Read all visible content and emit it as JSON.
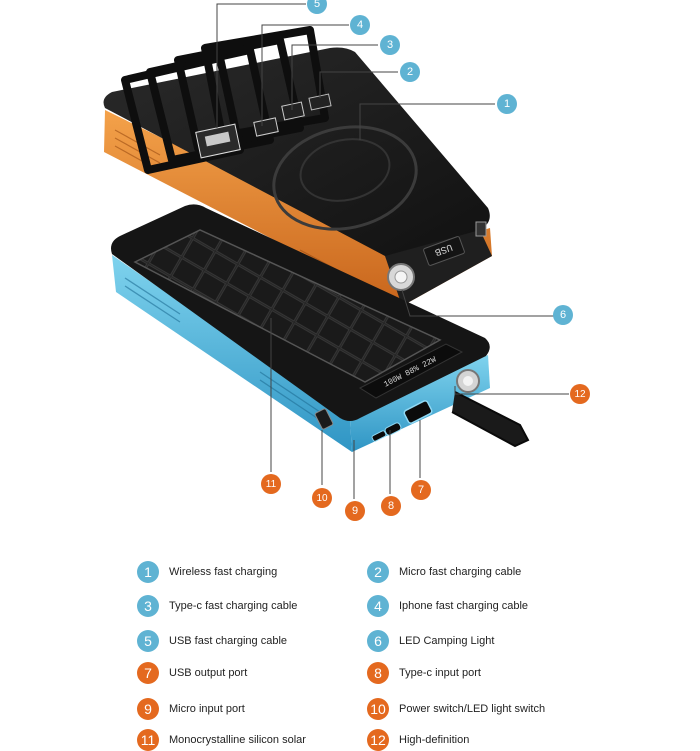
{
  "colors": {
    "blue_badge": "#5fb3d3",
    "orange_badge": "#e4691f",
    "orange_shell": "#e88a2e",
    "blue_shell": "#4fb8dc",
    "device_black": "#1c1c1c"
  },
  "device_labels": {
    "display_top": "USB",
    "display_bottom": "100W 88% 22W"
  },
  "legend": [
    {
      "num": "1",
      "label": "Wireless fast charging",
      "badge": "blue"
    },
    {
      "num": "2",
      "label": "Micro fast charging cable",
      "badge": "blue"
    },
    {
      "num": "3",
      "label": "Type-c fast charging cable",
      "badge": "blue"
    },
    {
      "num": "4",
      "label": "Iphone fast charging cable",
      "badge": "blue"
    },
    {
      "num": "5",
      "label": "USB fast charging cable",
      "badge": "blue"
    },
    {
      "num": "6",
      "label": "LED Camping Light",
      "badge": "blue"
    },
    {
      "num": "7",
      "label": "USB output port",
      "badge": "orange"
    },
    {
      "num": "8",
      "label": "Type-c input port",
      "badge": "orange"
    },
    {
      "num": "9",
      "label": "Micro input port",
      "badge": "orange"
    },
    {
      "num": "10",
      "label": "Power switch/LED light switch",
      "badge": "orange"
    },
    {
      "num": "11",
      "label": "Monocrystalline silicon solar",
      "badge": "orange"
    },
    {
      "num": "12",
      "label": "High-definition",
      "badge": "orange"
    }
  ],
  "callouts": [
    {
      "num": "1"
    },
    {
      "num": "2"
    },
    {
      "num": "3"
    },
    {
      "num": "4"
    },
    {
      "num": "5"
    },
    {
      "num": "6"
    },
    {
      "num": "7"
    },
    {
      "num": "8"
    },
    {
      "num": "9"
    },
    {
      "num": "10"
    },
    {
      "num": "11"
    },
    {
      "num": "12"
    }
  ]
}
